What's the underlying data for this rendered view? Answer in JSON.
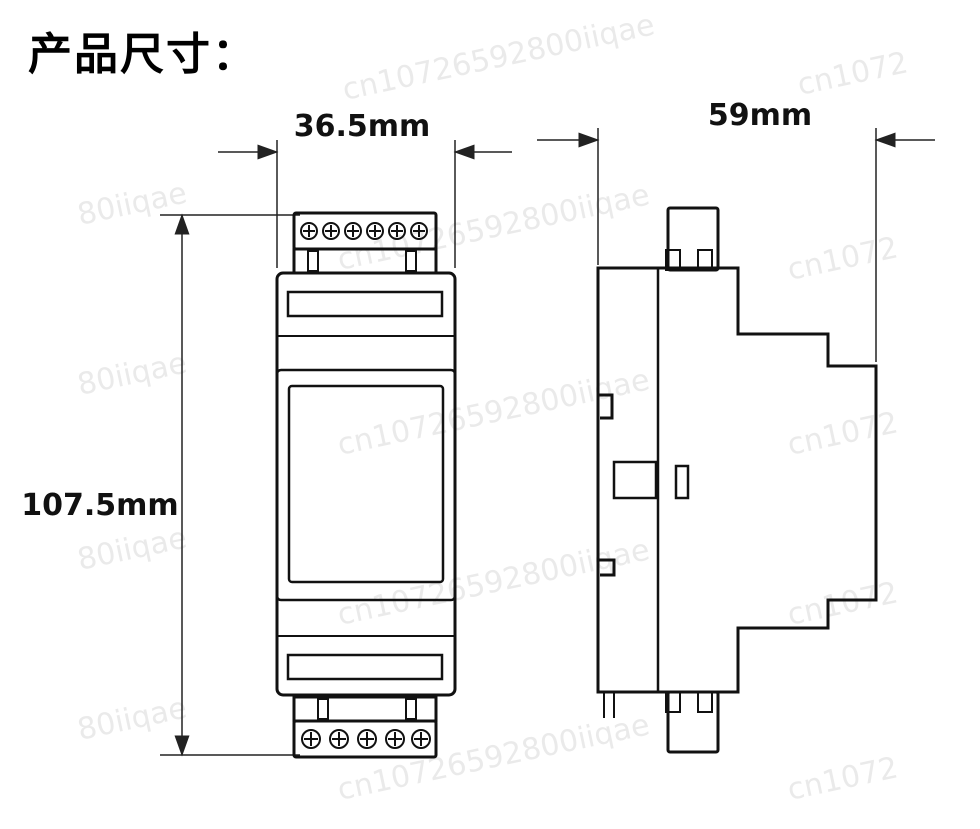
{
  "title": "产品尺寸：",
  "dimensions": {
    "width": "36.5mm",
    "depth": "59mm",
    "height": "107.5mm"
  },
  "watermarks": [
    "cn10726592800iiqae",
    "cn1072",
    "80iiqae"
  ]
}
